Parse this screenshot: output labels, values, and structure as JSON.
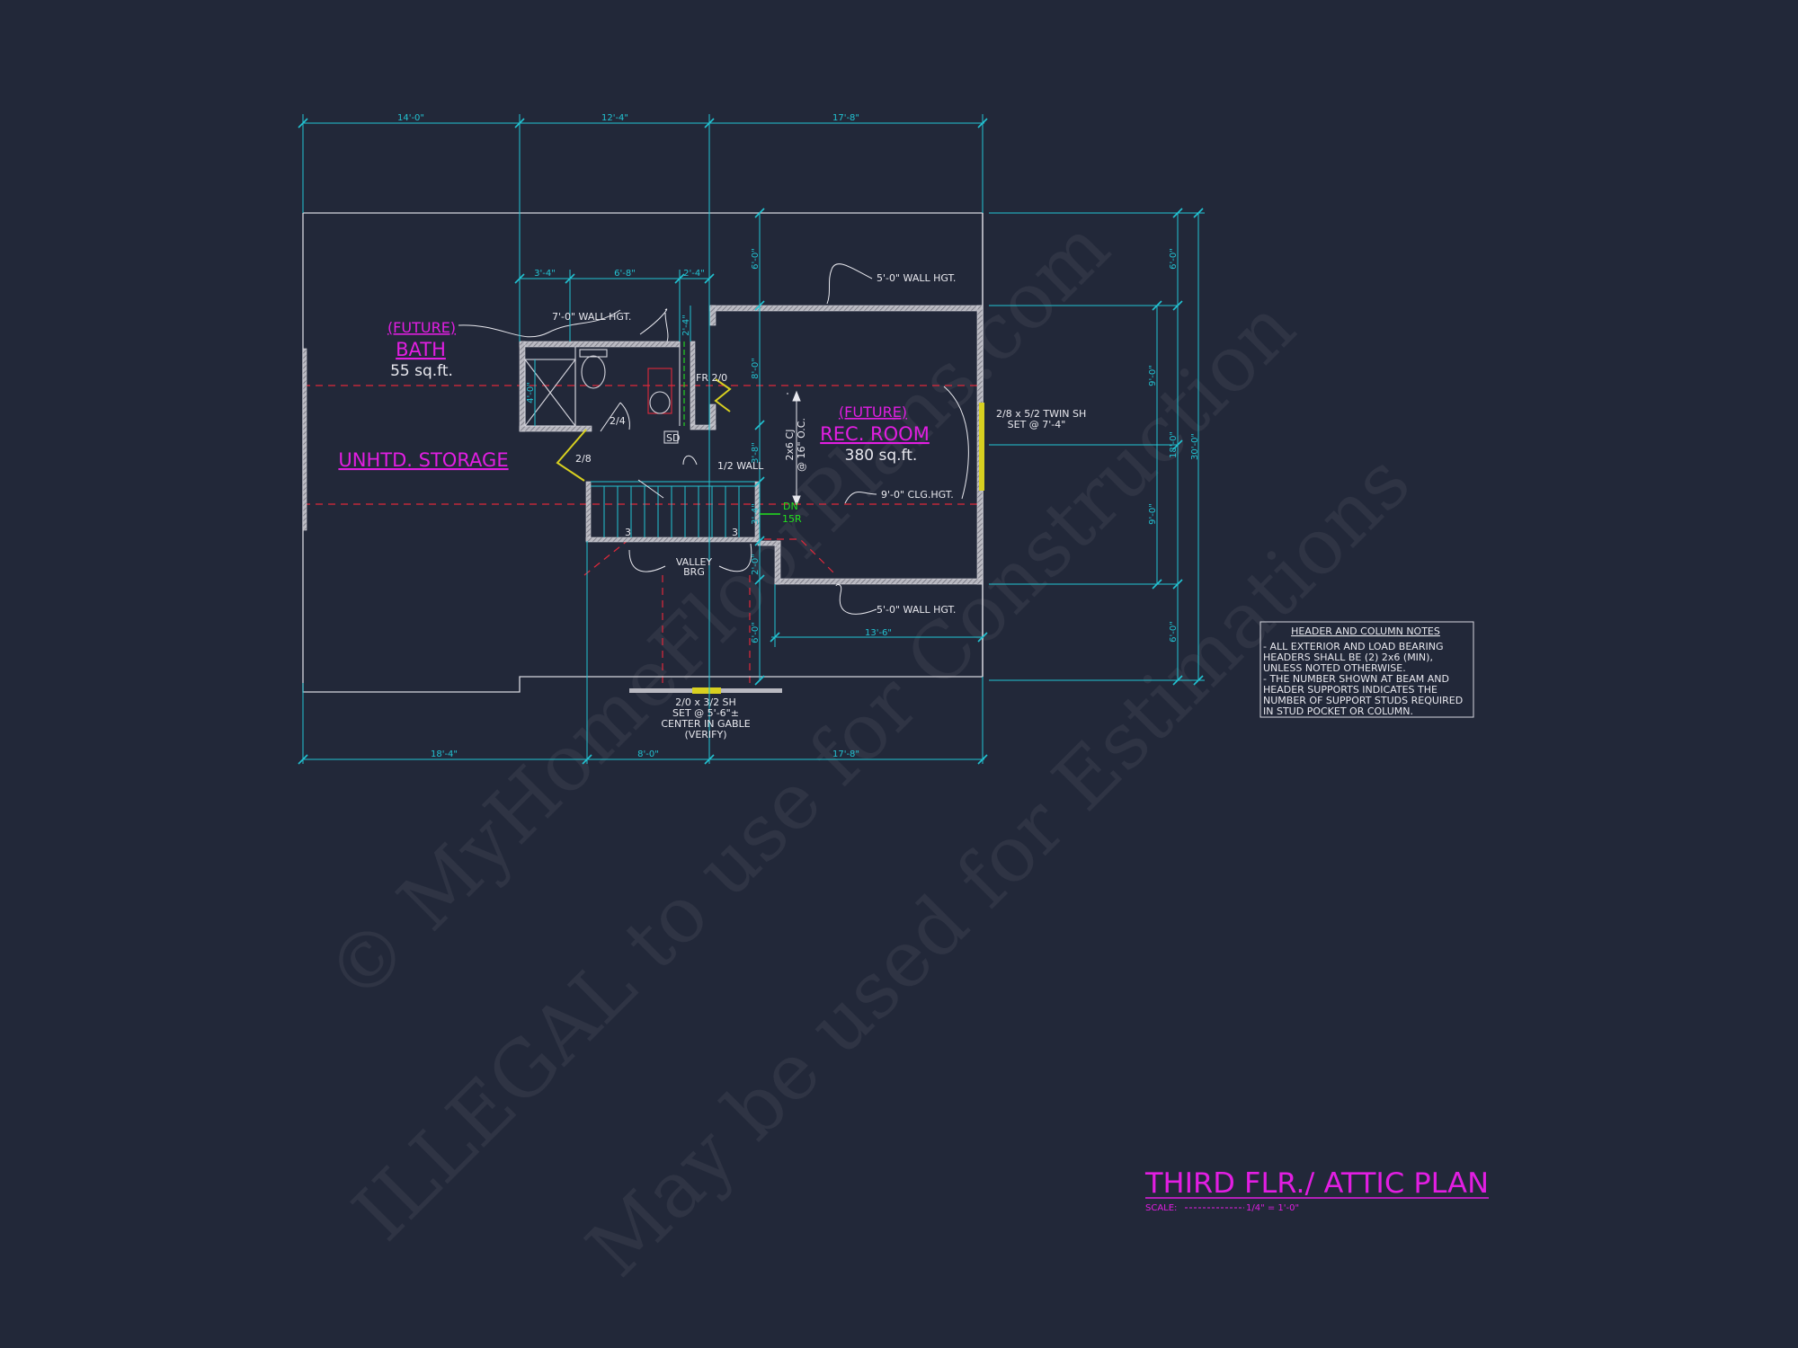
{
  "colors": {
    "background": "#222839",
    "dimension": "#22c3d2",
    "room_label": "#e21ee2",
    "wall": "#b9b9c1",
    "text": "#e8e8ee",
    "centerline": "#e0283a",
    "door": "#d8d020",
    "arrow": "#22e01e"
  },
  "dimensions": {
    "top": [
      "14'-0\"",
      "12'-4\"",
      "17'-8\""
    ],
    "bath_top": [
      "3'-4\"",
      "6'-8\"",
      "2'-4\""
    ],
    "bottom": [
      "18'-4\"",
      "8'-0\"",
      "17'-8\""
    ],
    "rec_bottom": "13'-6\"",
    "right_outer": "30'-0\"",
    "right_middle": "18'-0\"",
    "right_segments": [
      "6'-0\"",
      "9'-0\"",
      "9'-0\"",
      "6'-0\""
    ],
    "vertical_chain": [
      "6'-0\"",
      "8'-0\"",
      "3'-8\"",
      "3'-4\"",
      "2'-0\"",
      "6'-0\""
    ],
    "small_vertical": [
      "2'-4\"",
      "4'-0\""
    ]
  },
  "rooms": {
    "bath": {
      "future": "(FUTURE)",
      "name": "BATH",
      "area": "55 sq.ft."
    },
    "rec": {
      "future": "(FUTURE)",
      "name": "REC. ROOM",
      "area": "380 sq.ft."
    },
    "storage": {
      "name": "UNHTD. STORAGE"
    }
  },
  "notes": {
    "wall_hgt_top": "5'-0\" WALL HGT.",
    "wall_hgt_bath": "7'-0\" WALL HGT.",
    "wall_hgt_bottom": "5'-0\" WALL HGT.",
    "ceiling_hgt": "9'-0\" CLG.HGT.",
    "half_wall": "1/2 WALL",
    "joist_line1": "2x6 CJ",
    "joist_line2": "@ 16\" O.C.",
    "fr": "FR 2/0",
    "door_24": "2/4",
    "door_28": "2/8",
    "sd": "SD",
    "stair_up": "DN",
    "stair_count": "15R",
    "stud_a": "3",
    "stud_b": "3",
    "valley_line1": "VALLEY",
    "valley_line2": "BRG",
    "window_right_line1": "2/8 x 5/2 TWIN SH",
    "window_right_line2": "SET @ 7'-4\"",
    "window_bottom_line1": "2/0 x 3/2 SH",
    "window_bottom_line2": "SET @ 5'-6\"±",
    "window_bottom_line3": "CENTER IN GABLE",
    "window_bottom_line4": "(VERIFY)"
  },
  "notes_box": {
    "title": "HEADER AND COLUMN NOTES",
    "lines": [
      "- ALL EXTERIOR AND LOAD BEARING",
      "HEADERS SHALL BE (2) 2x6 (MIN),",
      "UNLESS NOTED OTHERWISE.",
      "- THE NUMBER SHOWN AT BEAM AND",
      "HEADER SUPPORTS INDICATES THE",
      "NUMBER OF SUPPORT STUDS REQUIRED",
      "IN STUD POCKET OR COLUMN."
    ]
  },
  "title_block": {
    "title": "THIRD FLR./ ATTIC PLAN",
    "scale_label": "SCALE:",
    "scale_value": "1/4\" = 1'-0\""
  },
  "watermark": {
    "line1": "© MyHomeFloorPlans.com",
    "line2": "ILLEGAL to use for Construction",
    "line3": "May be used for Estimations"
  }
}
